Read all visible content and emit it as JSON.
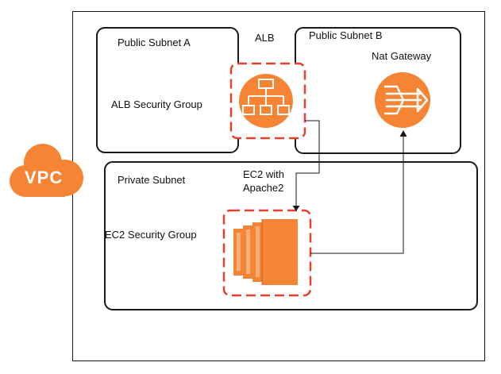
{
  "labels": {
    "alb": "ALB",
    "public_subnet_a": "Public Subnet A",
    "public_subnet_b": "Public Subnet B",
    "nat_gateway": "Nat Gateway",
    "alb_security_group": "ALB Security Group",
    "vpc": "VPC",
    "private_subnet": "Private Subnet",
    "ec2_with": "EC2 with",
    "apache2": "Apache2",
    "ec2_security_group": "EC2 Security Group"
  },
  "colors": {
    "aws_orange": "#f58534",
    "security_group_red": "#e5402b",
    "outline": "#1a1a1a"
  },
  "icons": {
    "alb": "load-balancer-icon",
    "nat": "nat-gateway-icon",
    "ec2": "ec2-instance-icon",
    "vpc": "vpc-cloud-icon"
  }
}
